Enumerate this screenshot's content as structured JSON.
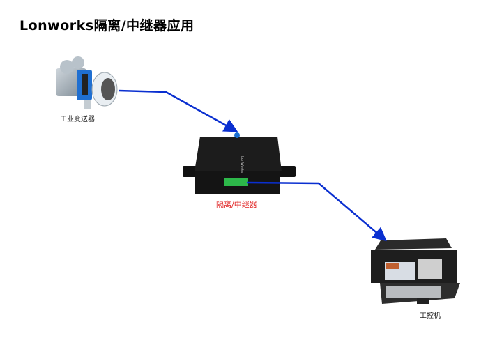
{
  "title": "Lonworks隔离/中继器应用",
  "nodes": {
    "transmitter": {
      "label": "工业变送器"
    },
    "repeater": {
      "label": "隔离/中继器",
      "label_color": "#e02020",
      "device_print": "LonWorks"
    },
    "ipc": {
      "label": "工控机"
    }
  },
  "colors": {
    "connector": "#0a2fd0",
    "terminal": "#2db84a"
  }
}
